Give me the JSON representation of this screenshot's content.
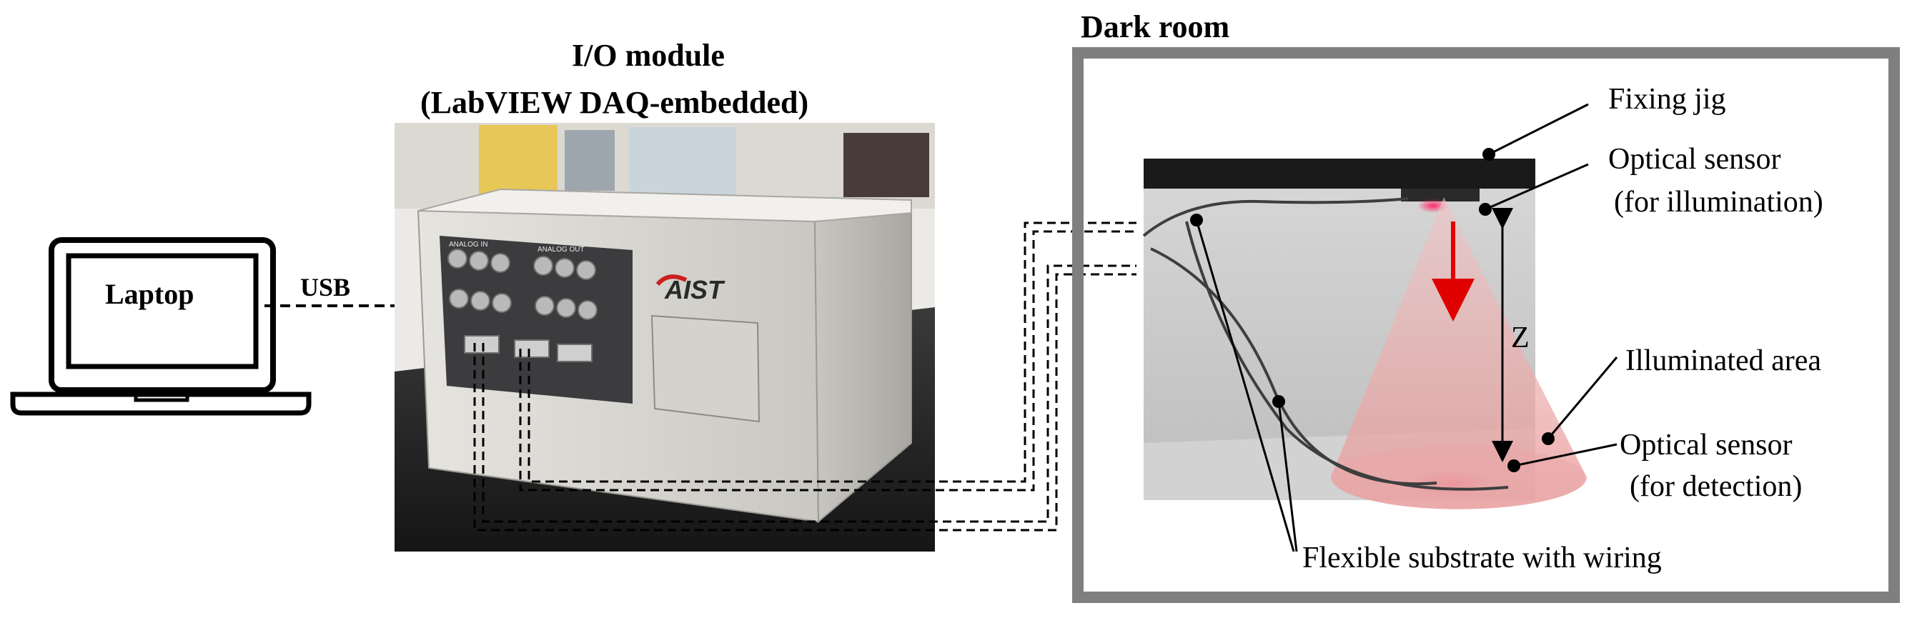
{
  "laptop": {
    "label": "Laptop"
  },
  "connection": {
    "usb_label": "USB"
  },
  "io_module": {
    "title_line1": "I/O module",
    "title_line2": "(LabVIEW DAQ-embedded)",
    "panel_left_label": "ANALOG IN",
    "panel_right_label": "ANALOG OUT",
    "brand_logo": "AIST"
  },
  "dark_room": {
    "title": "Dark room",
    "labels": {
      "fixing_jig": "Fixing jig",
      "optical_sensor_illum_1": "Optical sensor",
      "optical_sensor_illum_2": "(for illumination)",
      "distance": "Z",
      "illuminated_area": "Illuminated area",
      "optical_sensor_detect_1": "Optical sensor",
      "optical_sensor_detect_2": "(for detection)",
      "flexible_substrate": "Flexible substrate with wiring"
    }
  },
  "colors": {
    "frame": "#7f7f7f",
    "beam": "#e8a0a0",
    "arrow": "#e00000",
    "device_body": "#d9d7d2",
    "bench": "#2a2a2a"
  }
}
